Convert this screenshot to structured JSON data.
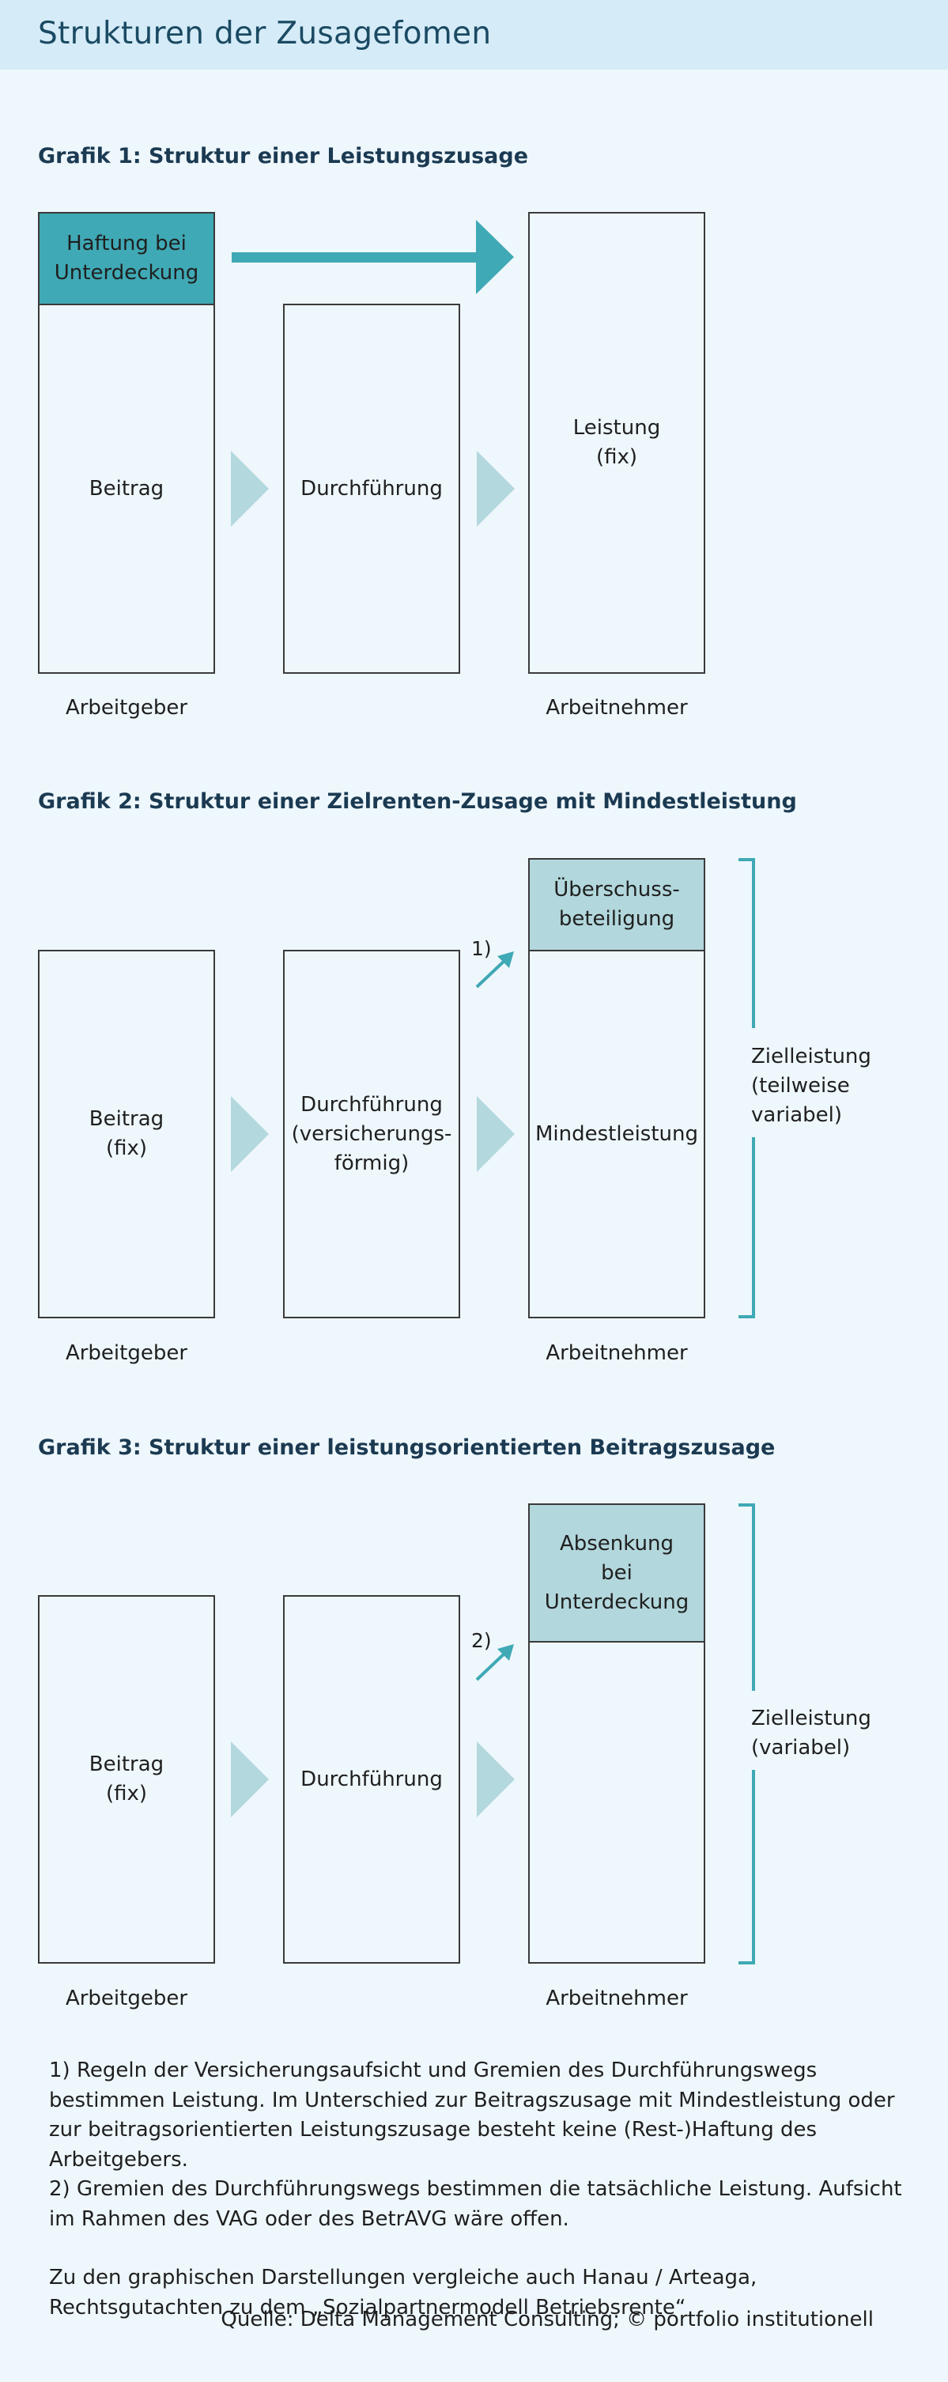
{
  "header": {
    "title": "Strukturen der Zusagefomen"
  },
  "graphic1": {
    "title": "Grafik 1: Struktur einer Leistungszusage",
    "liability": "Haftung bei\nUnterdeckung",
    "contribution": "Beitrag",
    "implementation": "Durchführung",
    "benefit": "Leistung\n(fix)",
    "employer": "Arbeitgeber",
    "employee": "Arbeitnehmer"
  },
  "graphic2": {
    "title": "Grafik 2: Struktur einer Zielrenten-Zusage mit Mindestleistung",
    "surplus": "Überschuss-\nbeteiligung",
    "contribution": "Beitrag\n(fix)",
    "implementation": "Durchführung\n(versicherungs-\nförmig)",
    "minimum": "Mindestleistung",
    "note_marker": "1)",
    "target": "Zielleistung\n(teilweise\nvariabel)",
    "employer": "Arbeitgeber",
    "employee": "Arbeitnehmer"
  },
  "graphic3": {
    "title": "Grafik 3: Struktur einer leistungsorientierten Beitragszusage",
    "reduction": "Absenkung\nbei\nUnterdeckung",
    "contribution": "Beitrag\n(fix)",
    "implementation": "Durchführung",
    "note_marker": "2)",
    "target": "Zielleistung\n(variabel)",
    "employer": "Arbeitgeber",
    "employee": "Arbeitnehmer"
  },
  "footnotes": {
    "note1": "1) Regeln der Versicherungsaufsicht und Gremien des Durchführungswegs bestimmen Leistung. Im Unterschied zur Beitragszusage mit Mindestleistung oder zur beitragsorientierten Leistungszusage besteht keine (Rest-)Haftung des Arbeitgebers.",
    "note2": "2) Gremien des Durchführungswegs bestimmen die tatsächliche Leistung. Aufsicht im Rahmen des VAG oder des BetrAVG wäre offen.",
    "reference": "Zu den graphischen Darstellungen vergleiche auch Hanau / Arteaga, Rechtsgutachten zu dem „Sozialpartnermodell Betriebsrente“",
    "source": "Quelle: Delta Management Consulting; © portfolio institutionell"
  },
  "colors": {
    "accent": "#3fa9b5",
    "accent_light": "#b2d7dc",
    "chevron": "#b3d8de",
    "header_bg": "#d5ecf8",
    "page_bg": "#eef7fc"
  }
}
